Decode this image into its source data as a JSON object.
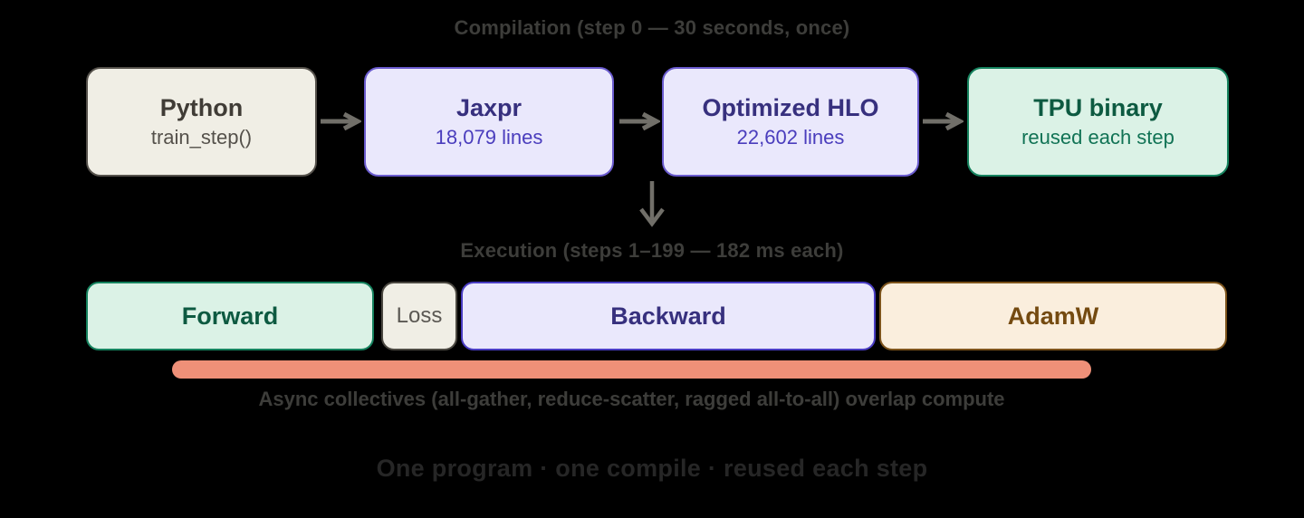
{
  "compilation": {
    "caption": "Compilation (step 0 — 30 seconds, once)",
    "boxes": [
      {
        "title": "Python",
        "subtitle": "train_step()"
      },
      {
        "title": "Jaxpr",
        "subtitle": "18,079 lines"
      },
      {
        "title": "Optimized HLO",
        "subtitle": "22,602 lines"
      },
      {
        "title": "TPU binary",
        "subtitle": "reused each step"
      }
    ]
  },
  "execution": {
    "caption": "Execution (steps 1–199 — 182 ms each)",
    "segments": [
      {
        "label": "Forward"
      },
      {
        "label": "Loss"
      },
      {
        "label": "Backward"
      },
      {
        "label": "AdamW"
      }
    ],
    "overlap_note": "Async collectives (all-gather, reduce-scatter, ragged all-to-all) overlap compute"
  },
  "footer": "One program · one compile · reused each step",
  "colors": {
    "background": "#000000",
    "caption_text": "#3d3d3a",
    "footer_text": "#262626",
    "arrow": "#716f69",
    "python_box_bg": "#f0eee5",
    "python_box_border": "#55514b",
    "lavender_box_bg": "#eae8fc",
    "lavender_box_border": "#6a5bce",
    "indigo_title": "#37307e",
    "indigo_subtitle": "#4a3dbd",
    "mint_box_bg": "#dbf2e6",
    "mint_box_border": "#15825e",
    "green_title": "#0d5a41",
    "green_subtitle": "#117355",
    "backward_border": "#493cc2",
    "adamw_box_bg": "#faeedd",
    "adamw_box_border": "#7c531b",
    "adamw_text": "#744a10",
    "loss_text": "#5b5853",
    "overlap_bar": "#ef9078"
  }
}
